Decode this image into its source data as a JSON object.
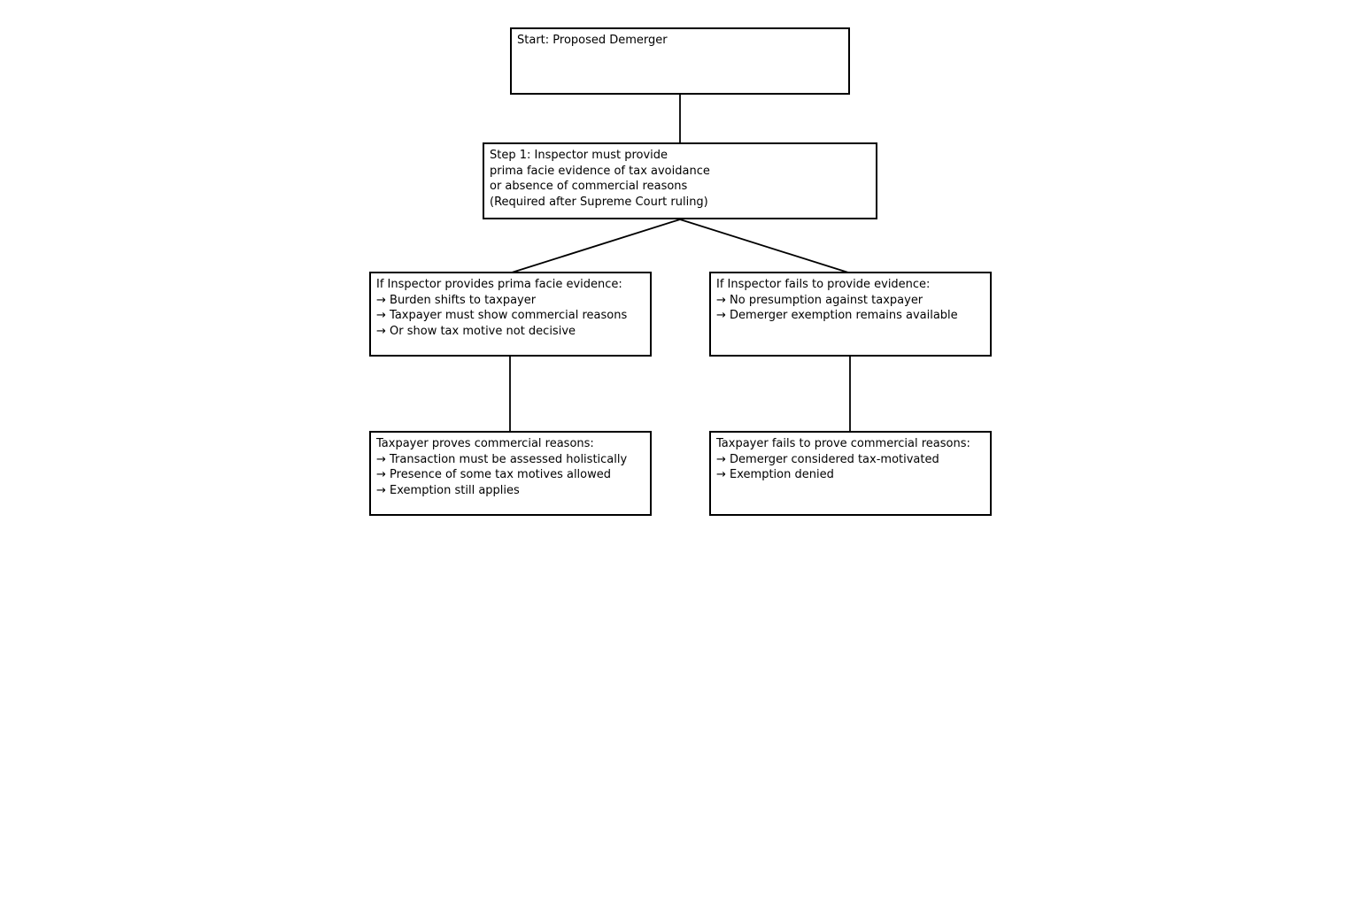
{
  "diagram": {
    "kind": "flowchart",
    "colors": {
      "background": "#ffffff",
      "box_border": "#000000",
      "text": "#000000",
      "connector": "#000000"
    },
    "nodes": {
      "start": {
        "lines": [
          "Start: Proposed Demerger"
        ]
      },
      "step1": {
        "lines": [
          "Step 1: Inspector must provide",
          "prima facie evidence of tax avoidance",
          "or absence of commercial reasons",
          "(Required after Supreme Court ruling)"
        ]
      },
      "branch_left": {
        "lines": [
          "If Inspector provides prima facie evidence:",
          "→ Burden shifts to taxpayer",
          "→ Taxpayer must show commercial reasons",
          "→ Or show tax motive not decisive"
        ]
      },
      "branch_right": {
        "lines": [
          "If Inspector fails to provide evidence:",
          "→ No presumption against taxpayer",
          "→ Demerger exemption remains available"
        ]
      },
      "outcome_left": {
        "lines": [
          "Taxpayer proves commercial reasons:",
          "→ Transaction must be assessed holistically",
          "→ Presence of some tax motives allowed",
          "→ Exemption still applies"
        ]
      },
      "outcome_right": {
        "lines": [
          "Taxpayer fails to prove commercial reasons:",
          "→ Demerger considered tax-motivated",
          "→ Exemption denied"
        ]
      }
    }
  }
}
